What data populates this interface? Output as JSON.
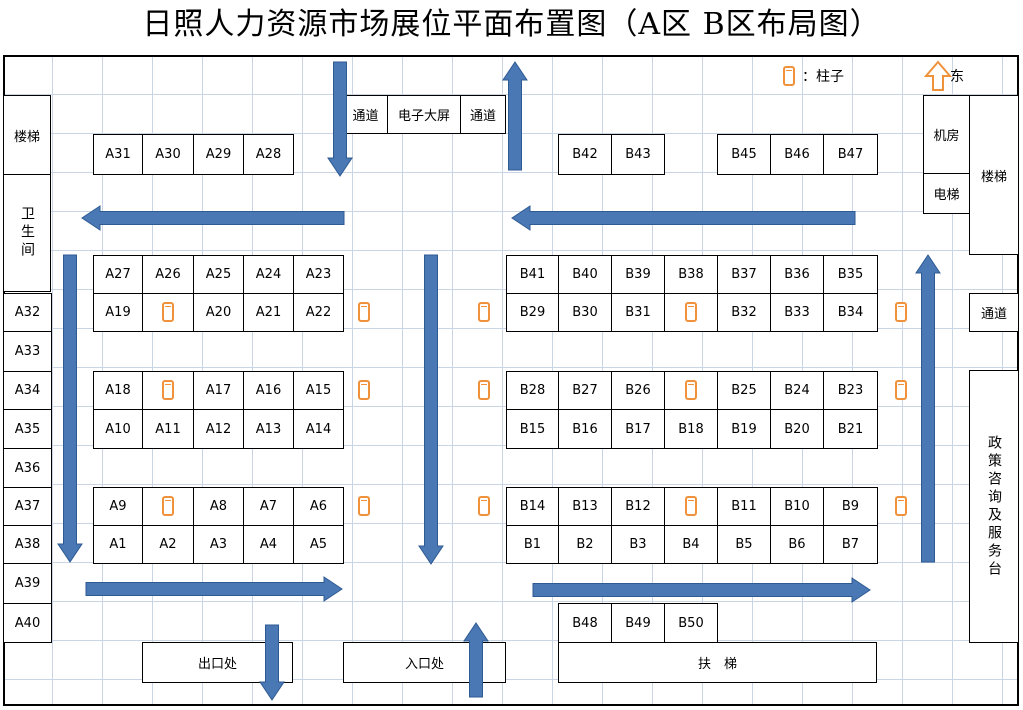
{
  "title": "日照人力资源市场展位平面布置图（A区 B区布局图）",
  "legend": {
    "pillar_label": "：柱子",
    "east_label": "东"
  },
  "colors": {
    "arrow": "#4a78b5",
    "arrow_stroke": "#2e5a92",
    "pillar": "#f0923b"
  },
  "facilities": {
    "stairs_left": "楼梯",
    "toilet": "卫生间",
    "channel1": "通道",
    "screen": "电子大屏",
    "channel2": "通道",
    "machine_room": "机房",
    "elevator": "电梯",
    "stairs_right": "楼梯",
    "channel_right": "通道",
    "service": "政策咨询及服务台",
    "exit": "出口处",
    "entrance": "入口处",
    "escalator": "扶　梯"
  },
  "booths": {
    "A": [
      "A1",
      "A2",
      "A3",
      "A4",
      "A5",
      "A6",
      "A7",
      "A8",
      "A9",
      "A10",
      "A11",
      "A12",
      "A13",
      "A14",
      "A15",
      "A16",
      "A17",
      "A18",
      "A19",
      "A20",
      "A21",
      "A22",
      "A23",
      "A24",
      "A25",
      "A26",
      "A27",
      "A28",
      "A29",
      "A30",
      "A31",
      "A32",
      "A33",
      "A34",
      "A35",
      "A36",
      "A37",
      "A38",
      "A39",
      "A40"
    ],
    "B": [
      "B1",
      "B2",
      "B3",
      "B4",
      "B5",
      "B6",
      "B7",
      "B9",
      "B10",
      "B11",
      "B12",
      "B13",
      "B14",
      "B15",
      "B16",
      "B17",
      "B18",
      "B19",
      "B20",
      "B21",
      "B23",
      "B24",
      "B25",
      "B26",
      "B27",
      "B28",
      "B29",
      "B30",
      "B31",
      "B32",
      "B33",
      "B34",
      "B35",
      "B36",
      "B37",
      "B38",
      "B39",
      "B40",
      "B41",
      "B42",
      "B43",
      "B45",
      "B46",
      "B47",
      "B48",
      "B49",
      "B50"
    ]
  }
}
